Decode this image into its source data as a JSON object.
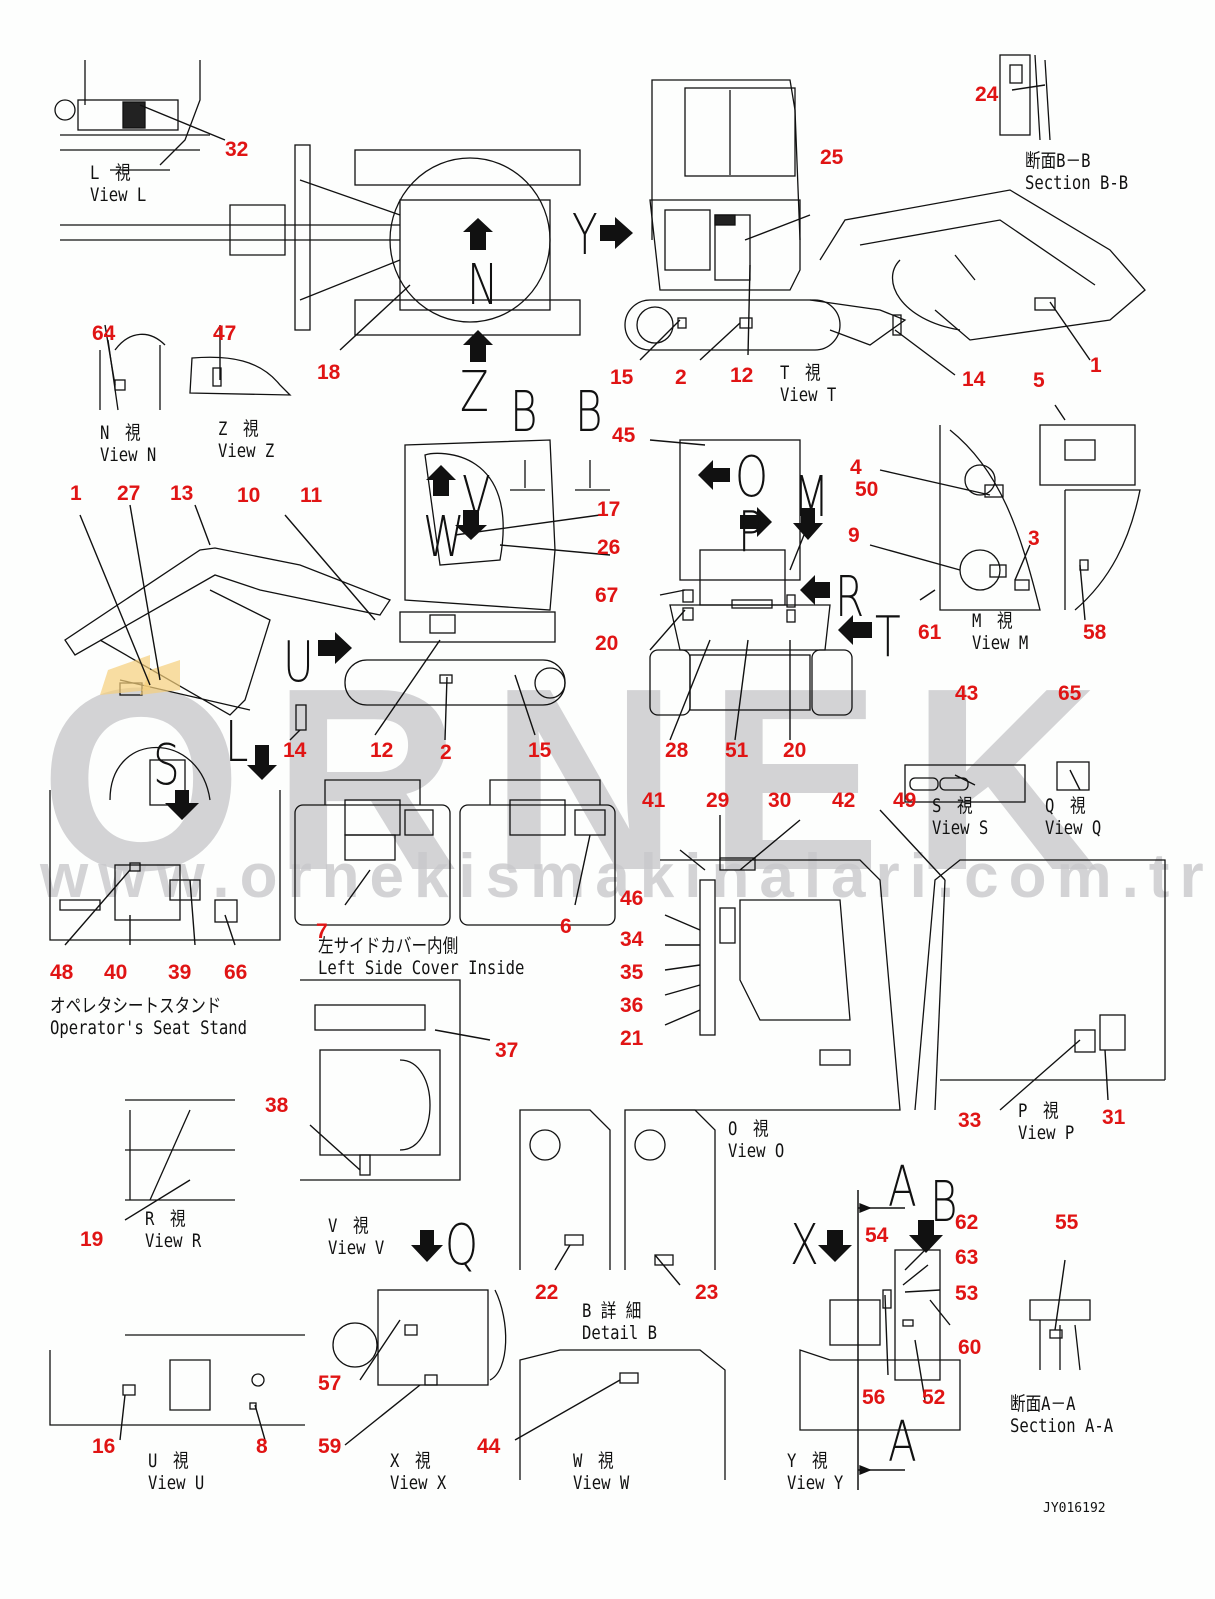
{
  "document": {
    "drawing_number": "JY016192",
    "watermark": {
      "logo": "ORNEK",
      "url": "www.ornekismakinalari.com.tr"
    }
  },
  "view_captions": {
    "view_l": {
      "ja": "L　視",
      "en": "View L"
    },
    "view_n": {
      "ja": "N　視",
      "en": "View N"
    },
    "view_z": {
      "ja": "Z　視",
      "en": "View Z"
    },
    "view_t": {
      "ja": "T　視",
      "en": "View T"
    },
    "section_bb": {
      "ja": "断面B－B",
      "en": "Section B-B"
    },
    "view_m": {
      "ja": "M　視",
      "en": "View M"
    },
    "view_s": {
      "ja": "S　視",
      "en": "View S"
    },
    "view_q": {
      "ja": "Q　視",
      "en": "View Q"
    },
    "left_side_cover": {
      "ja": "左サイドカバー内側",
      "en": "Left Side Cover Inside"
    },
    "seat_stand": {
      "ja": "オペレタシートスタンド",
      "en": "Operator's Seat Stand"
    },
    "view_o": {
      "ja": "O　視",
      "en": "View O"
    },
    "view_p": {
      "ja": "P　視",
      "en": "View P"
    },
    "view_r": {
      "ja": "R　視",
      "en": "View R"
    },
    "view_v": {
      "ja": "V　視",
      "en": "View V"
    },
    "detail_b": {
      "ja": "B 詳 細",
      "en": "Detail B"
    },
    "view_u": {
      "ja": "U　視",
      "en": "View U"
    },
    "view_x": {
      "ja": "X　視",
      "en": "View X"
    },
    "view_w": {
      "ja": "W　視",
      "en": "View W"
    },
    "view_y": {
      "ja": "Y　視",
      "en": "View Y"
    },
    "section_aa": {
      "ja": "断面A－A",
      "en": "Section A-A"
    }
  },
  "view_markers": {
    "n": "N",
    "y": "Y",
    "z": "Z",
    "b1": "B",
    "b2": "B",
    "v": "V",
    "w": "W",
    "o": "O",
    "m": "M",
    "p": "P",
    "r": "R",
    "t": "T",
    "u": "U",
    "l": "L",
    "s": "S",
    "q": "Q",
    "x": "X",
    "a_top": "A",
    "a_bottom": "A",
    "b_section": "B"
  },
  "callouts": [
    {
      "id": "c32",
      "label": "32"
    },
    {
      "id": "c64",
      "label": "64"
    },
    {
      "id": "c47",
      "label": "47"
    },
    {
      "id": "c18",
      "label": "18"
    },
    {
      "id": "c24",
      "label": "24"
    },
    {
      "id": "c25",
      "label": "25"
    },
    {
      "id": "c15a",
      "label": "15"
    },
    {
      "id": "c2a",
      "label": "2"
    },
    {
      "id": "c12a",
      "label": "12"
    },
    {
      "id": "c14a",
      "label": "14"
    },
    {
      "id": "c1a",
      "label": "1"
    },
    {
      "id": "c5",
      "label": "5"
    },
    {
      "id": "c1b",
      "label": "1"
    },
    {
      "id": "c27",
      "label": "27"
    },
    {
      "id": "c13",
      "label": "13"
    },
    {
      "id": "c10",
      "label": "10"
    },
    {
      "id": "c11",
      "label": "11"
    },
    {
      "id": "c17",
      "label": "17"
    },
    {
      "id": "c26",
      "label": "26"
    },
    {
      "id": "c45",
      "label": "45"
    },
    {
      "id": "c4",
      "label": "4"
    },
    {
      "id": "c50",
      "label": "50"
    },
    {
      "id": "c9",
      "label": "9"
    },
    {
      "id": "c3",
      "label": "3"
    },
    {
      "id": "c67",
      "label": "67"
    },
    {
      "id": "c20a",
      "label": "20"
    },
    {
      "id": "c61",
      "label": "61"
    },
    {
      "id": "c58",
      "label": "58"
    },
    {
      "id": "c14b",
      "label": "14"
    },
    {
      "id": "c12b",
      "label": "12"
    },
    {
      "id": "c2b",
      "label": "2"
    },
    {
      "id": "c15b",
      "label": "15"
    },
    {
      "id": "c28",
      "label": "28"
    },
    {
      "id": "c51",
      "label": "51"
    },
    {
      "id": "c20b",
      "label": "20"
    },
    {
      "id": "c43",
      "label": "43"
    },
    {
      "id": "c65",
      "label": "65"
    },
    {
      "id": "c41",
      "label": "41"
    },
    {
      "id": "c29",
      "label": "29"
    },
    {
      "id": "c30",
      "label": "30"
    },
    {
      "id": "c42",
      "label": "42"
    },
    {
      "id": "c49",
      "label": "49"
    },
    {
      "id": "c7",
      "label": "7"
    },
    {
      "id": "c6",
      "label": "6"
    },
    {
      "id": "c48",
      "label": "48"
    },
    {
      "id": "c40",
      "label": "40"
    },
    {
      "id": "c39",
      "label": "39"
    },
    {
      "id": "c66",
      "label": "66"
    },
    {
      "id": "c46",
      "label": "46"
    },
    {
      "id": "c34",
      "label": "34"
    },
    {
      "id": "c35",
      "label": "35"
    },
    {
      "id": "c36",
      "label": "36"
    },
    {
      "id": "c21",
      "label": "21"
    },
    {
      "id": "c37",
      "label": "37"
    },
    {
      "id": "c38",
      "label": "38"
    },
    {
      "id": "c33",
      "label": "33"
    },
    {
      "id": "c31",
      "label": "31"
    },
    {
      "id": "c19",
      "label": "19"
    },
    {
      "id": "c22",
      "label": "22"
    },
    {
      "id": "c23",
      "label": "23"
    },
    {
      "id": "c62",
      "label": "62"
    },
    {
      "id": "c54",
      "label": "54"
    },
    {
      "id": "c63",
      "label": "63"
    },
    {
      "id": "c53",
      "label": "53"
    },
    {
      "id": "c55",
      "label": "55"
    },
    {
      "id": "c60",
      "label": "60"
    },
    {
      "id": "c57",
      "label": "57"
    },
    {
      "id": "c59",
      "label": "59"
    },
    {
      "id": "c56",
      "label": "56"
    },
    {
      "id": "c52",
      "label": "52"
    },
    {
      "id": "c16",
      "label": "16"
    },
    {
      "id": "c8",
      "label": "8"
    },
    {
      "id": "c44",
      "label": "44"
    }
  ],
  "colors": {
    "callout": "#e01414",
    "line": "#111111",
    "watermark": "#c9c9cc",
    "highlight": "#f5cf7a"
  }
}
